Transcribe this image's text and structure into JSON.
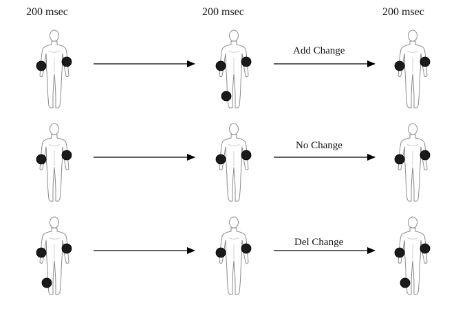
{
  "column_headers": [
    "200 msec",
    "200 msec",
    "200 msec"
  ],
  "rows": [
    {
      "change_label": "Add Change",
      "frames": [
        {
          "dots": [
            "left-hand",
            "right-hand"
          ]
        },
        {
          "dots": [
            "left-hand",
            "right-hand",
            "right-foot"
          ]
        },
        {
          "dots": [
            "left-hand",
            "right-hand"
          ]
        }
      ]
    },
    {
      "change_label": "No Change",
      "frames": [
        {
          "dots": [
            "left-hand",
            "right-hand"
          ]
        },
        {
          "dots": [
            "left-hand",
            "right-hand"
          ]
        },
        {
          "dots": [
            "left-hand",
            "right-hand"
          ]
        }
      ]
    },
    {
      "change_label": "Del Change",
      "frames": [
        {
          "dots": [
            "left-hand",
            "right-hand",
            "right-foot"
          ]
        },
        {
          "dots": [
            "left-hand",
            "right-hand"
          ]
        },
        {
          "dots": [
            "left-hand",
            "right-hand",
            "right-foot"
          ]
        }
      ]
    }
  ],
  "colors": {
    "dot": "#1a1a1a",
    "body_outline": "#8a8a8a",
    "arrow": "#000000"
  }
}
